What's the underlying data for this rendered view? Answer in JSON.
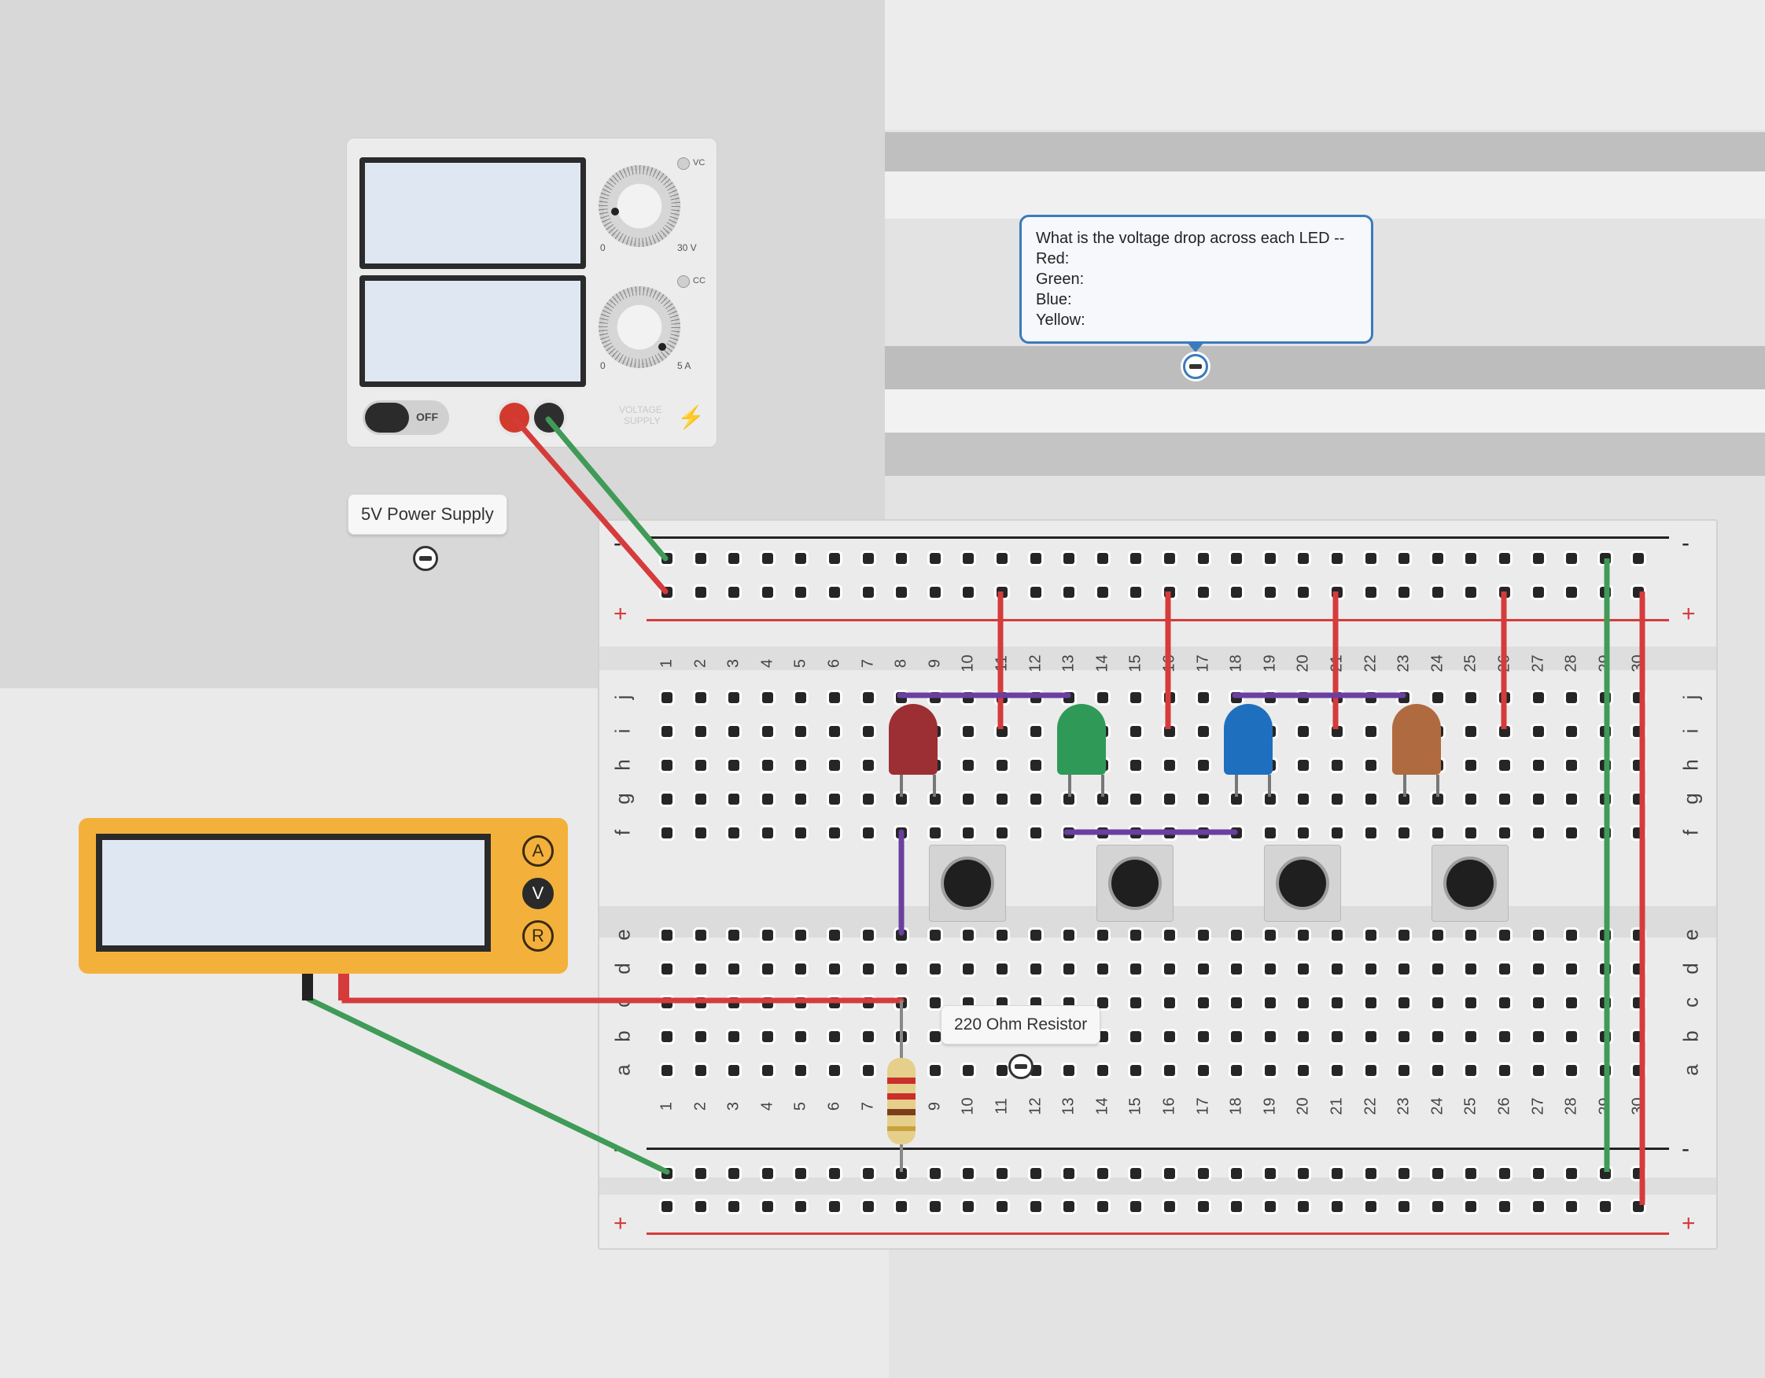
{
  "power_supply": {
    "label": "5V Power Supply",
    "voltage_min": "0",
    "voltage_max": "30 V",
    "current_min": "0",
    "current_max": "5 A",
    "vc_label": "VC",
    "cc_label": "CC",
    "switch_label": "OFF",
    "brand_line1": "VOLTAGE",
    "brand_line2": "SUPPLY"
  },
  "note": {
    "line1": "What is the voltage drop across each LED --",
    "line2": "Red:",
    "line3": "Green:",
    "line4": "Blue:",
    "line5": "Yellow:"
  },
  "resistor_label": "220 Ohm Resistor",
  "multimeter": {
    "btn_a": "A",
    "btn_v": "V",
    "btn_r": "R",
    "selected": "V"
  },
  "breadboard": {
    "columns": [
      "1",
      "2",
      "3",
      "4",
      "5",
      "6",
      "7",
      "8",
      "9",
      "10",
      "11",
      "12",
      "13",
      "14",
      "15",
      "16",
      "17",
      "18",
      "19",
      "20",
      "21",
      "22",
      "23",
      "24",
      "25",
      "26",
      "27",
      "28",
      "29",
      "30"
    ],
    "rows_top": [
      "j",
      "i",
      "h",
      "g",
      "f"
    ],
    "rows_bottom": [
      "e",
      "d",
      "c",
      "b",
      "a"
    ],
    "plus": "+",
    "minus": "-"
  },
  "colors": {
    "wire_red": "#d63b3b",
    "wire_green": "#3f9b57",
    "wire_purple": "#6a3fa0",
    "led_red": "#9b2f33",
    "led_green": "#2f9a58",
    "led_blue": "#1f6fbf",
    "led_yellow": "#b06a3f"
  }
}
